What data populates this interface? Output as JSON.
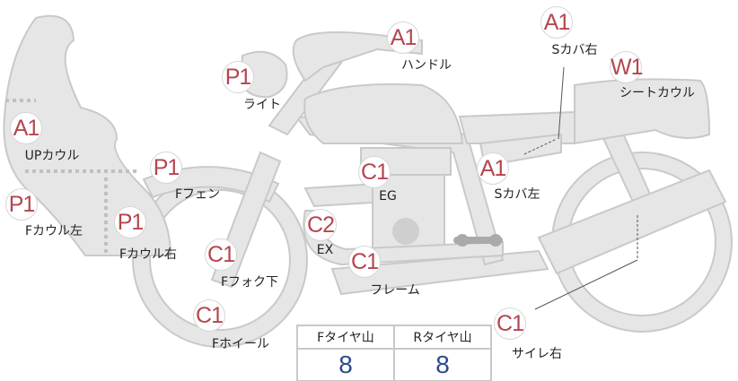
{
  "parts": [
    {
      "grade": "A1",
      "name": "ハンドル"
    },
    {
      "grade": "A1",
      "name": "Sカバ右"
    },
    {
      "grade": "P1",
      "name": "ライト"
    },
    {
      "grade": "W1",
      "name": "シートカウル"
    },
    {
      "grade": "A1",
      "name": "UPカウル"
    },
    {
      "grade": "P1",
      "name": "Fフェン"
    },
    {
      "grade": "C1",
      "name": "EG"
    },
    {
      "grade": "A1",
      "name": "Sカバ左"
    },
    {
      "grade": "P1",
      "name": "Fカウル左"
    },
    {
      "grade": "P1",
      "name": "Fカウル右"
    },
    {
      "grade": "C2",
      "name": "EX"
    },
    {
      "grade": "C1",
      "name": "Fフォク下"
    },
    {
      "grade": "C1",
      "name": "フレーム"
    },
    {
      "grade": "C1",
      "name": "Fホイール"
    },
    {
      "grade": "C1",
      "name": "サイレ右"
    }
  ],
  "tire": {
    "front_label": "Fタイヤ山",
    "rear_label": "Rタイヤ山",
    "front_value": "8",
    "rear_value": "8"
  },
  "colors": {
    "grade": "#b5464f",
    "value": "#2c4b8c",
    "body": "#e6e6e6"
  }
}
